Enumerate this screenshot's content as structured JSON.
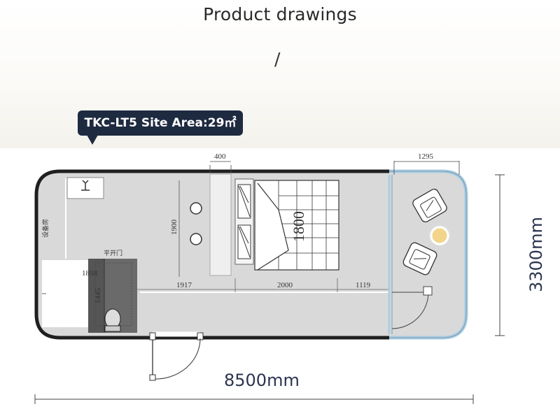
{
  "header": {
    "title": "Product drawings",
    "separator": "/"
  },
  "badge": {
    "label": "TKC-LT5 Site Area:29㎡"
  },
  "plan": {
    "overall_length": "8500mm",
    "overall_width": "3300mm",
    "dims": {
      "top_wardrobe": "400",
      "top_balcony": "1295",
      "bed_length": "1800",
      "wall_height": "1900",
      "bottom_1917": "1917",
      "bottom_2000": "2000",
      "bottom_1119": "1119",
      "bath_1858": "1858",
      "bath_1445": "1445"
    },
    "labels": {
      "equipment_room": "设备房",
      "swing_door": "平开门"
    },
    "colors": {
      "wall": "#1f1f1f",
      "floor": "#d9d9d9",
      "glass": "#a9cde3",
      "bathroom": "#555555",
      "lamp": "#f2d48a"
    }
  }
}
